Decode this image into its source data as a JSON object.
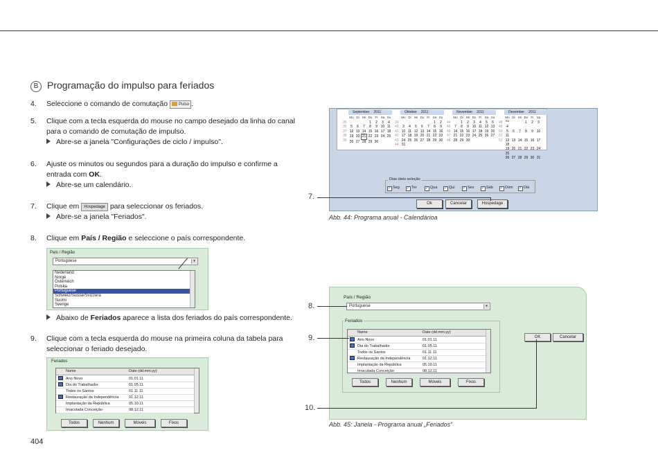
{
  "section": {
    "badge": "B",
    "title": "Programação do impulso para feriados"
  },
  "steps": [
    {
      "num": "4.",
      "text_pre": "Seleccione o comando de comutação",
      "button": "Pulso",
      "text_post": "."
    },
    {
      "num": "5.",
      "line1": "Clique com a tecla esquerda do mouse no campo desejado da linha do canal",
      "line2": "para o comando de comutação de impulso.",
      "result": "Abre-se a janela \"Configurações de ciclo / impulso\"."
    },
    {
      "num": "6.",
      "line1": "Ajuste os minutos ou segundos para a duração do impulso e confirme a",
      "line2_pre": "entrada com ",
      "line2_bold": "OK",
      "line2_post": ".",
      "result": "Abre-se um calendário."
    },
    {
      "num": "7.",
      "text_pre": "Clique em",
      "button": "Hospedage",
      "text_post": "para seleccionar os feriados.",
      "result": "Abre-se a janela \"Feriados\"."
    },
    {
      "num": "8.",
      "text_pre": "Clique em ",
      "bold": "País / Região",
      "text_post": " e seleccione o país correspondente."
    },
    {
      "num": "9.",
      "line1": "Clique com a tecla esquerda do mouse na primeira coluna da tabela para",
      "line2": "seleccionar o feriado desejado."
    }
  ],
  "step8_result": {
    "pre": "Abaixo de ",
    "bold": "Feriados",
    "post": " aparece a lista dos feriados do país correspondente."
  },
  "country_window": {
    "label": "País / Região",
    "selected": "Portuguese",
    "arrow": "▾",
    "options": [
      "Nederland",
      "Norge",
      "Österreich",
      "Polska",
      "Portuguese",
      "Schweiz/Suisse/Svizzera",
      "Suomi",
      "Sverige"
    ],
    "highlighted_index": 4
  },
  "holidays_window": {
    "label": "Feriados",
    "col_name": "Name",
    "col_date": "Date (dd.mm.yy)",
    "rows": [
      {
        "name": "Ano Novo",
        "date": "01.01.11",
        "icon": true
      },
      {
        "name": "Dia do Trabalhador",
        "date": "01.05.11",
        "icon": true
      },
      {
        "name": "Todos os Santos",
        "date": "01.11.11",
        "icon": false
      },
      {
        "name": "Restauração da Independência",
        "date": "01.12.11",
        "icon": true
      },
      {
        "name": "Implantação da República",
        "date": "05.10.11",
        "icon": false
      },
      {
        "name": "Imaculada Conceição",
        "date": "08.12.11",
        "icon": false
      }
    ],
    "buttons": [
      "Todos",
      "Nenhum",
      "Móveis",
      "Fixos"
    ]
  },
  "big_window": {
    "label_country": "País / Região",
    "selected": "Portuguese",
    "label_holidays": "Feriados",
    "ok": "OK",
    "cancel": "Cancelar"
  },
  "calendar": {
    "dow": [
      "Mo",
      "Di",
      "Mi",
      "Do",
      "Fr",
      "Sa",
      "So"
    ],
    "months": [
      {
        "name": "September",
        "year": "2011",
        "weeks": [
          "35",
          "36",
          "37",
          "38",
          "39"
        ],
        "rows": [
          [
            "",
            "",
            "",
            "1",
            "2",
            "3",
            "4"
          ],
          [
            "5",
            "6",
            "7",
            "8",
            "9",
            "10",
            "11"
          ],
          [
            "12",
            "13",
            "14",
            "15",
            "16",
            "17",
            "18"
          ],
          [
            "19",
            "20",
            "21",
            "22",
            "23",
            "24",
            "25"
          ],
          [
            "26",
            "27",
            "28",
            "29",
            "30",
            "",
            ""
          ]
        ]
      },
      {
        "name": "Oktober",
        "year": "2011",
        "weeks": [
          "39",
          "40",
          "41",
          "42",
          "43",
          "44"
        ],
        "rows": [
          [
            "",
            "",
            "",
            "",
            "",
            "1",
            "2"
          ],
          [
            "3",
            "4",
            "5",
            "6",
            "7",
            "8",
            "9"
          ],
          [
            "10",
            "11",
            "12",
            "13",
            "14",
            "15",
            "16"
          ],
          [
            "17",
            "18",
            "19",
            "20",
            "21",
            "22",
            "23"
          ],
          [
            "24",
            "25",
            "26",
            "27",
            "28",
            "29",
            "30"
          ],
          [
            "31",
            "",
            "",
            "",
            "",
            "",
            ""
          ]
        ]
      },
      {
        "name": "November",
        "year": "2011",
        "weeks": [
          "44",
          "45",
          "46",
          "47",
          "48"
        ],
        "rows": [
          [
            "",
            "1",
            "2",
            "3",
            "4",
            "5",
            "6"
          ],
          [
            "7",
            "8",
            "9",
            "10",
            "11",
            "12",
            "13"
          ],
          [
            "14",
            "15",
            "16",
            "17",
            "18",
            "19",
            "20"
          ],
          [
            "21",
            "22",
            "23",
            "24",
            "25",
            "26",
            "27"
          ],
          [
            "28",
            "29",
            "30",
            "",
            "",
            "",
            ""
          ]
        ]
      },
      {
        "name": "Dezember",
        "year": "2011",
        "weeks": [
          "48",
          "49",
          "50",
          "51",
          "52"
        ],
        "rows": [
          [
            "",
            "",
            "",
            "1",
            "2",
            "3",
            "4"
          ],
          [
            "5",
            "6",
            "7",
            "8",
            "9",
            "10",
            "11"
          ],
          [
            "12",
            "13",
            "14",
            "15",
            "16",
            "17",
            "18"
          ],
          [
            "19",
            "20",
            "21",
            "22",
            "23",
            "24",
            "25"
          ],
          [
            "26",
            "27",
            "28",
            "29",
            "30",
            "31",
            ""
          ]
        ]
      }
    ],
    "workdays_label": "Dias úteis seleção",
    "workdays": [
      "Seg",
      "Ter",
      "Qua",
      "Qui",
      "Sex",
      "Sáb",
      "Dom",
      "Dià"
    ],
    "ok": "Ok",
    "cancel": "Cancelar",
    "holidays_btn": "Hospedage"
  },
  "callouts": {
    "c7": "7.",
    "c8": "8.",
    "c9": "9.",
    "c10": "10."
  },
  "captions": {
    "fig44": "Abb. 44:  Programa anual - Calendárioa",
    "fig45": "Abb. 45:  Janela - Programa anual „Feriados“"
  },
  "page_number": "404"
}
